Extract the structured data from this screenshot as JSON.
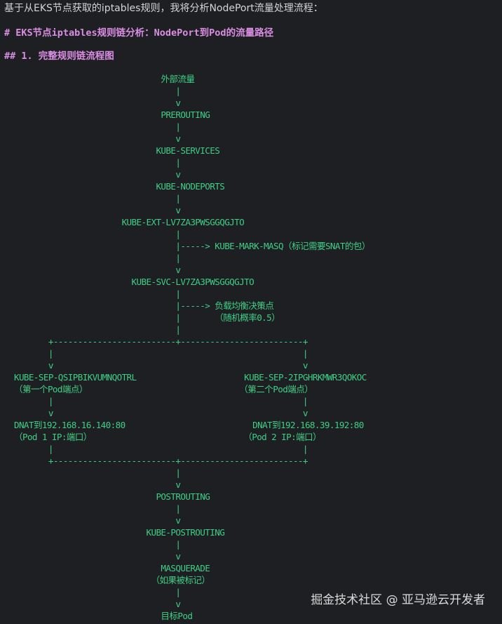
{
  "intro": "基于从EKS节点获取的iptables规则，我将分析NodePort流量处理流程：",
  "heading1": "# EKS节点iptables规则链分析：NodePort到Pod的流量路径",
  "heading2": "## 1. 完整规则链流程图",
  "diagram": [
    "                                外部流量",
    "                                   |",
    "                                   v",
    "                                PREROUTING",
    "                                   |",
    "                                   v",
    "                               KUBE-SERVICES",
    "                                   |",
    "                                   v",
    "                               KUBE-NODEPORTS",
    "                                   |",
    "                                   v",
    "                        KUBE-EXT-LV7ZA3PWSGGQGJTO",
    "                                   |",
    "                                   |-----> KUBE-MARK-MASQ（标记需要SNAT的包）",
    "                                   |",
    "                                   v",
    "                          KUBE-SVC-LV7ZA3PWSGGQGJTO",
    "                                   |",
    "                                   |-----> 负载均衡决策点",
    "                                   |       （随机概率0.5）",
    "                                   |",
    "         +-------------------------+-------------------------+",
    "         |                                                   |",
    "         v                                                   v",
    "  KUBE-SEP-QSIPBIKVUMNQOTRL                      KUBE-SEP-2IPGHRKMWR3QOKOC",
    "  （第一个Pod端点）                               （第二个Pod端点）",
    "         |                                                   |",
    "         v                                                   v",
    "  DNAT到192.168.16.140:80                          DNAT到192.168.39.192:80",
    "  （Pod 1 IP:端口）                               （Pod 2 IP:端口）",
    "         |                                                   |",
    "         +-------------------------+-------------------------+",
    "                                   |",
    "                                   v",
    "                               POSTROUTING",
    "                                   |",
    "                                   v",
    "                             KUBE-POSTROUTING",
    "                                   |",
    "                                   v",
    "                                MASQUERADE",
    "                              （如果被标记）",
    "                                   |",
    "                                   v",
    "                                目标Pod"
  ],
  "watermark": "掘金技术社区 @ 亚马逊云开发者",
  "colors": {
    "background": "#1e1f22",
    "text": "#d4d4d4",
    "heading": "#d98ee3",
    "diagram": "#3ecf86"
  }
}
